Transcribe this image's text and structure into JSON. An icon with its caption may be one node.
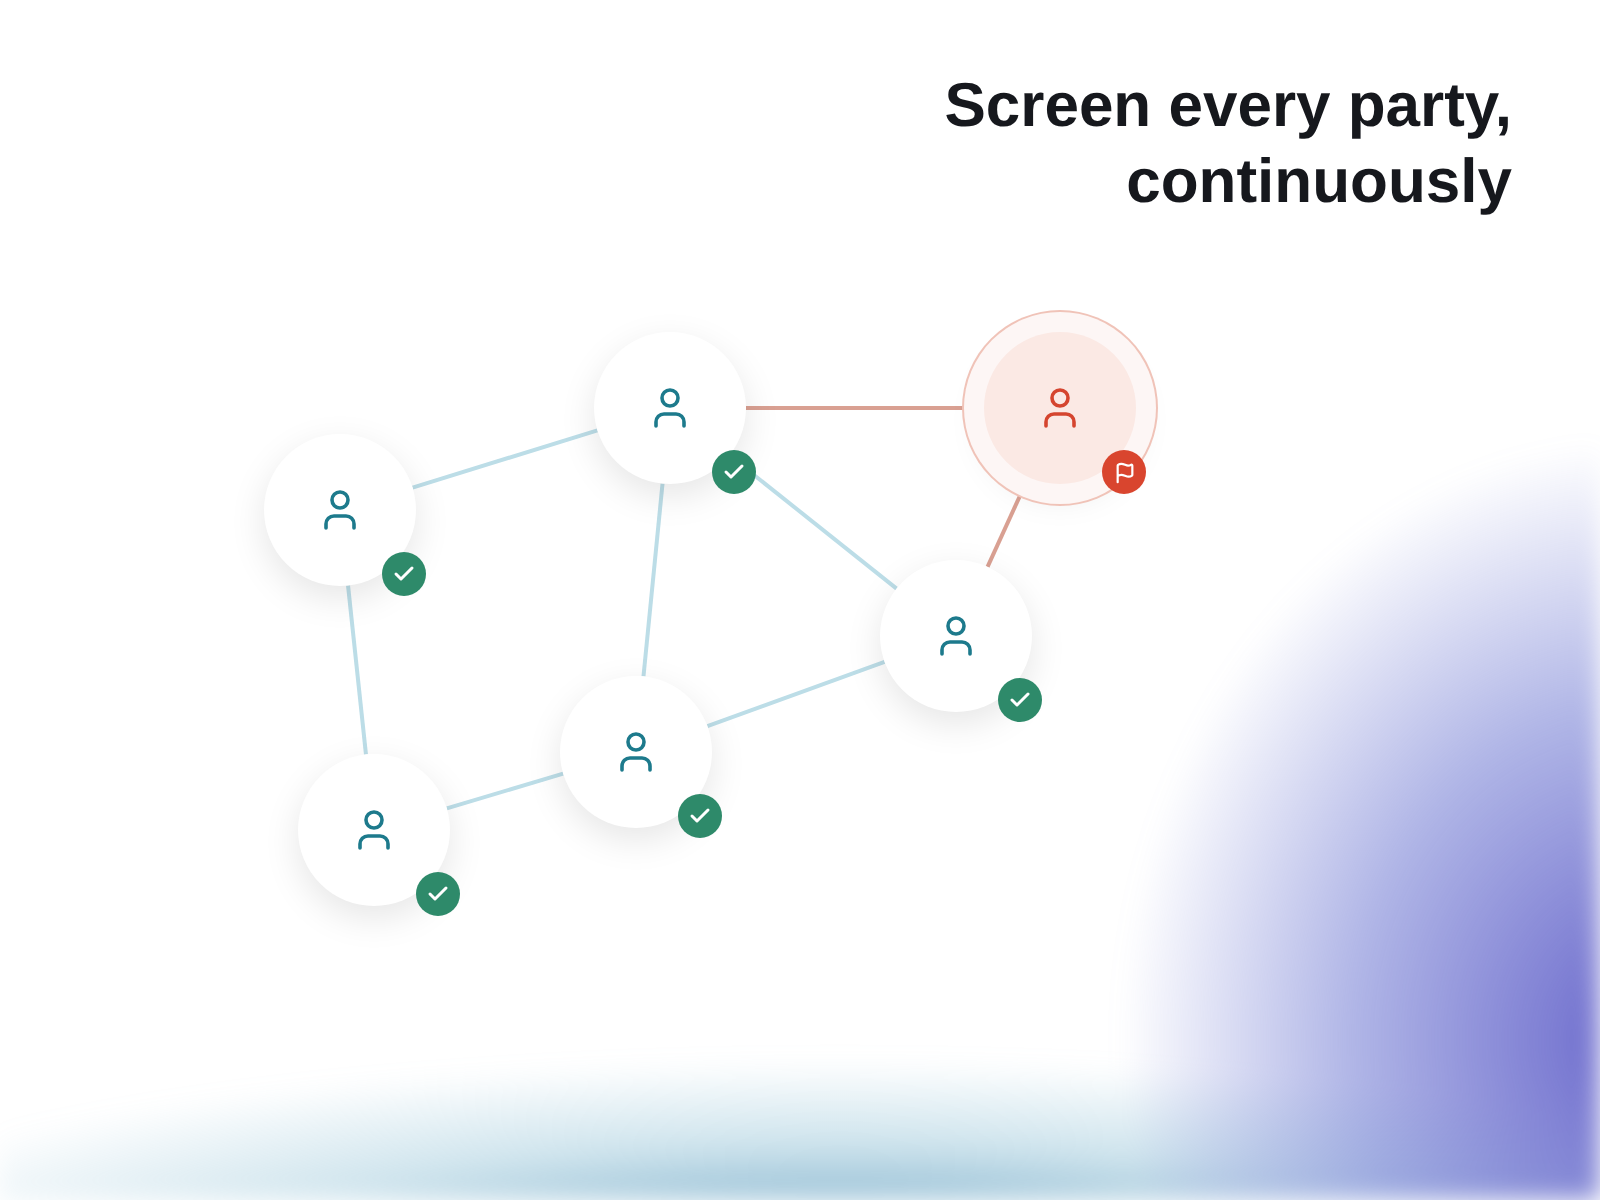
{
  "diagram": {
    "title": "Screen every party, continuously",
    "nodes": [
      {
        "text": [],
        "shape": "circle"
      },
      {
        "text": [],
        "shape": "circle"
      },
      {
        "text": [],
        "shape": "circle"
      },
      {
        "text": [],
        "shape": "circle"
      },
      {
        "text": [],
        "shape": "circle"
      },
      {
        "text": [],
        "shape": "circle"
      }
    ],
    "edges": [
      {
        "from": 0,
        "to": 1,
        "arrow": "none",
        "color": "#d9a092"
      },
      {
        "from": 2,
        "to": 0,
        "arrow": "none"
      },
      {
        "from": 0,
        "to": 4,
        "arrow": "none"
      },
      {
        "from": 0,
        "to": 3,
        "arrow": "none"
      },
      {
        "from": 1,
        "to": 3,
        "arrow": "none",
        "color": "#d9a092"
      },
      {
        "from": 2,
        "to": 5,
        "arrow": "none"
      },
      {
        "from": 5,
        "to": 4,
        "arrow": "none"
      },
      {
        "from": 4,
        "to": 3,
        "arrow": "none"
      }
    ]
  }
}
